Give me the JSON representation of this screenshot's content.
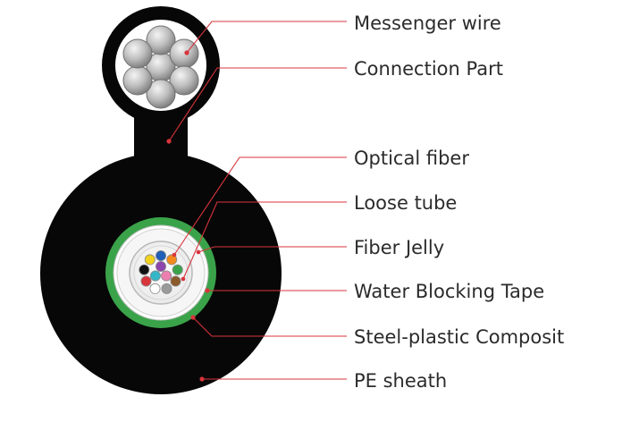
{
  "labels": [
    "Messenger wire",
    "Connection Part",
    "Optical fiber",
    "Loose tube",
    "Fiber Jelly",
    "Water Blocking Tape",
    "Steel-plastic Composit",
    "PE sheath"
  ],
  "colors": {
    "sheath": "#070707",
    "tape_green": "#3aa34a",
    "leader": "#d8343c",
    "text": "#2b2b2b"
  },
  "fiber_colors": [
    "#1f5fb8",
    "#f28a1e",
    "#3aa34a",
    "#8b5a2b",
    "#9a9a9a",
    "#ffffff",
    "#d8343c",
    "#111111",
    "#f2d21e",
    "#8e44ad",
    "#ec7fb0",
    "#35b6c9"
  ]
}
